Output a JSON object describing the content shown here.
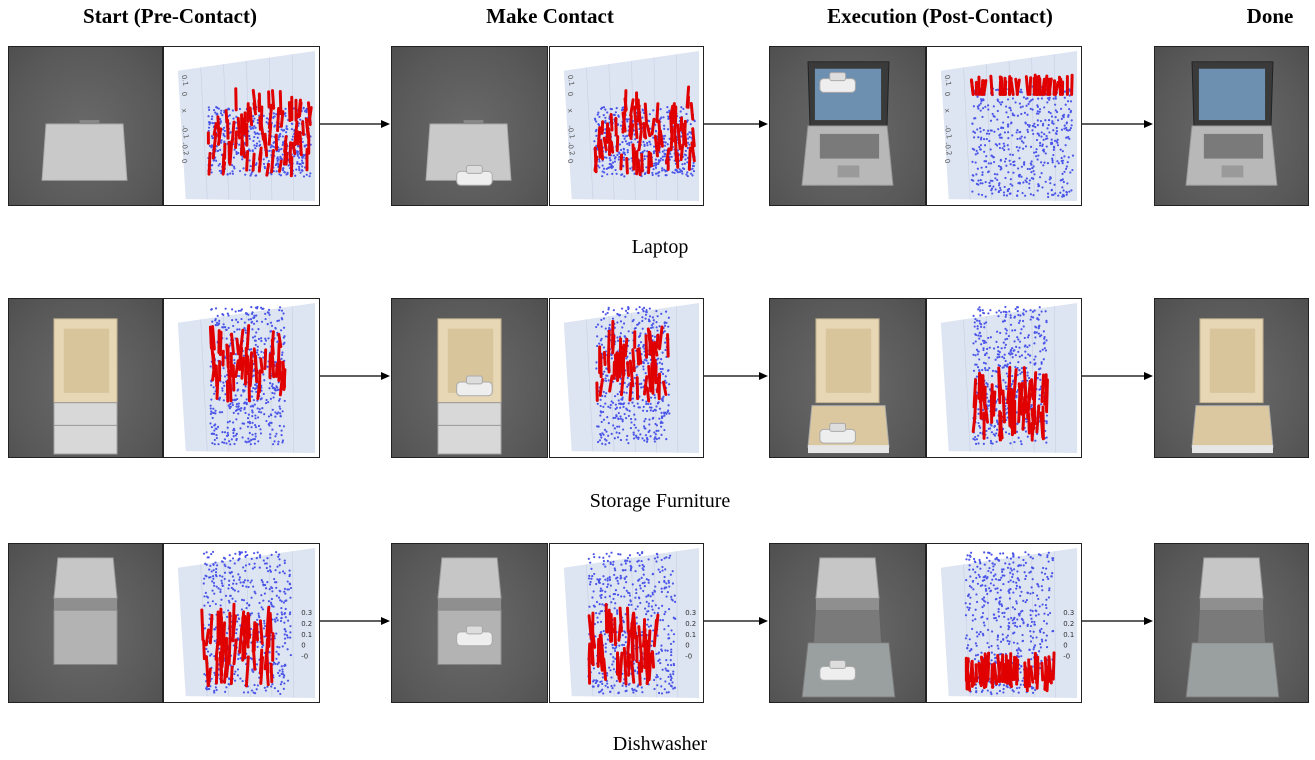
{
  "headers": {
    "start": "Start (Pre-Contact)",
    "contact": "Make Contact",
    "execution": "Execution (Post-Contact)",
    "done": "Done"
  },
  "rows": [
    {
      "label": "Laptop",
      "object": "laptop"
    },
    {
      "label": "Storage Furniture",
      "object": "drawer"
    },
    {
      "label": "Dishwasher",
      "object": "dishwasher"
    }
  ],
  "dishwasher_axis_ticks": [
    "0.3",
    "0.2",
    "0.1",
    "0",
    "-0"
  ],
  "laptop_axis_ticks": [
    "0.1",
    "0",
    "x",
    "-0.1",
    "-0.2",
    "0"
  ],
  "colors": {
    "points": "#4a55e8",
    "arrows": "#e00000",
    "plane": "#dde4f2",
    "sim_bg": "#5c5c5c"
  }
}
